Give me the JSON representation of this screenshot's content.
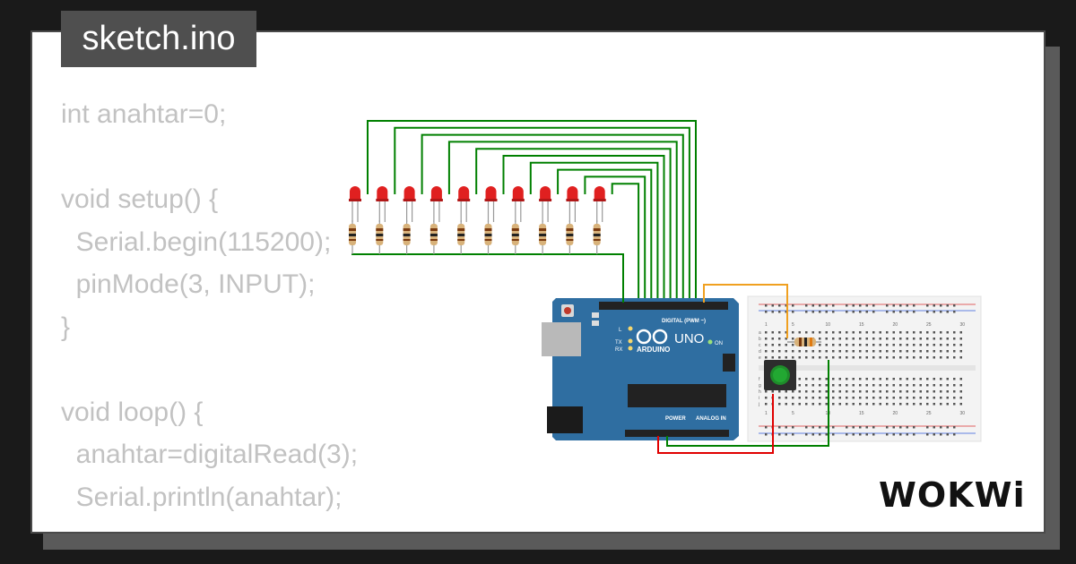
{
  "file_tab": {
    "label": "sketch.ino"
  },
  "code_lines": [
    "int anahtar=0;",
    "",
    "void setup() {",
    "  Serial.begin(115200);",
    "  pinMode(3, INPUT);",
    "}",
    "",
    "void loop() {",
    "  anahtar=digitalRead(3);",
    "  Serial.println(anahtar);"
  ],
  "board": {
    "model": "UNO",
    "brand": "ARDUINO",
    "digital_label": "DIGITAL (PWM ~)",
    "power_label": "POWER",
    "analog_label": "ANALOG IN",
    "on_label": "ON",
    "l_label": "L",
    "tx_label": "TX",
    "rx_label": "RX"
  },
  "breadboard": {
    "column_numbers": [
      "1",
      "5",
      "10",
      "15",
      "20",
      "25",
      "30"
    ],
    "row_letters_top": [
      "a",
      "b",
      "c",
      "d",
      "e"
    ],
    "row_letters_bottom": [
      "f",
      "g",
      "h",
      "i",
      "j"
    ]
  },
  "logo": {
    "text": "WOKWi"
  },
  "colors": {
    "background": "#1a1a1a",
    "card": "#ffffff",
    "tab": "#4f4f4f",
    "code_text": "#c2c2c2",
    "board": "#2f6ea1",
    "wire_green": "#008000",
    "wire_orange": "#f0a020",
    "wire_red": "#e00000",
    "led": "#e02020"
  }
}
